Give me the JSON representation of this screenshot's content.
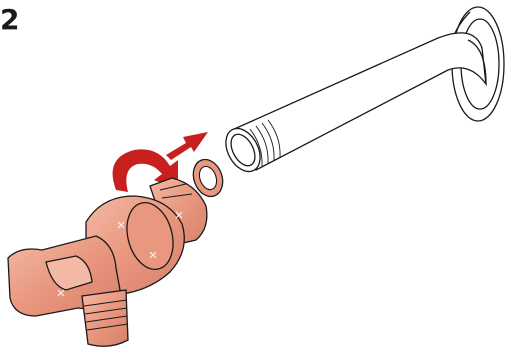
{
  "step": {
    "number": "2"
  },
  "colors": {
    "outline": "#1a1a1a",
    "copper": "#e9977e",
    "copper_light": "#f4b9a4",
    "copper_dark": "#c9735c",
    "arrow_red": "#c8201e",
    "chrome": "#ffffff"
  },
  "icons": {
    "rotate_arrow": "curved-rotate-arrow",
    "push_arrow": "straight-push-arrow"
  }
}
